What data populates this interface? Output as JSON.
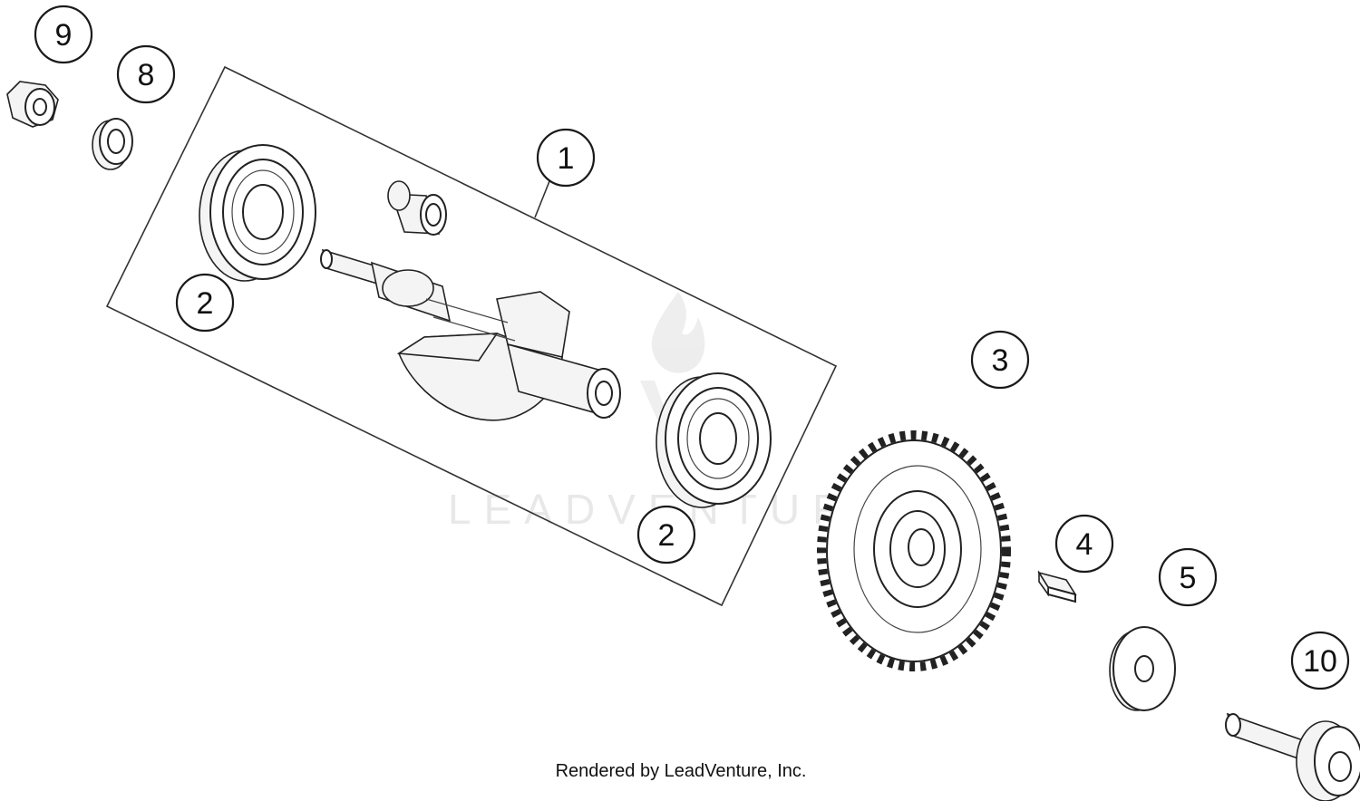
{
  "diagram": {
    "callouts": [
      {
        "id": "c1",
        "label": "1"
      },
      {
        "id": "c2a",
        "label": "2"
      },
      {
        "id": "c2b",
        "label": "2"
      },
      {
        "id": "c3",
        "label": "3"
      },
      {
        "id": "c4",
        "label": "4"
      },
      {
        "id": "c5",
        "label": "5"
      },
      {
        "id": "c8",
        "label": "8"
      },
      {
        "id": "c9",
        "label": "9"
      },
      {
        "id": "c10",
        "label": "10"
      }
    ],
    "watermark": "LEADVENTURE",
    "credit": "Rendered by LeadVenture, Inc."
  }
}
